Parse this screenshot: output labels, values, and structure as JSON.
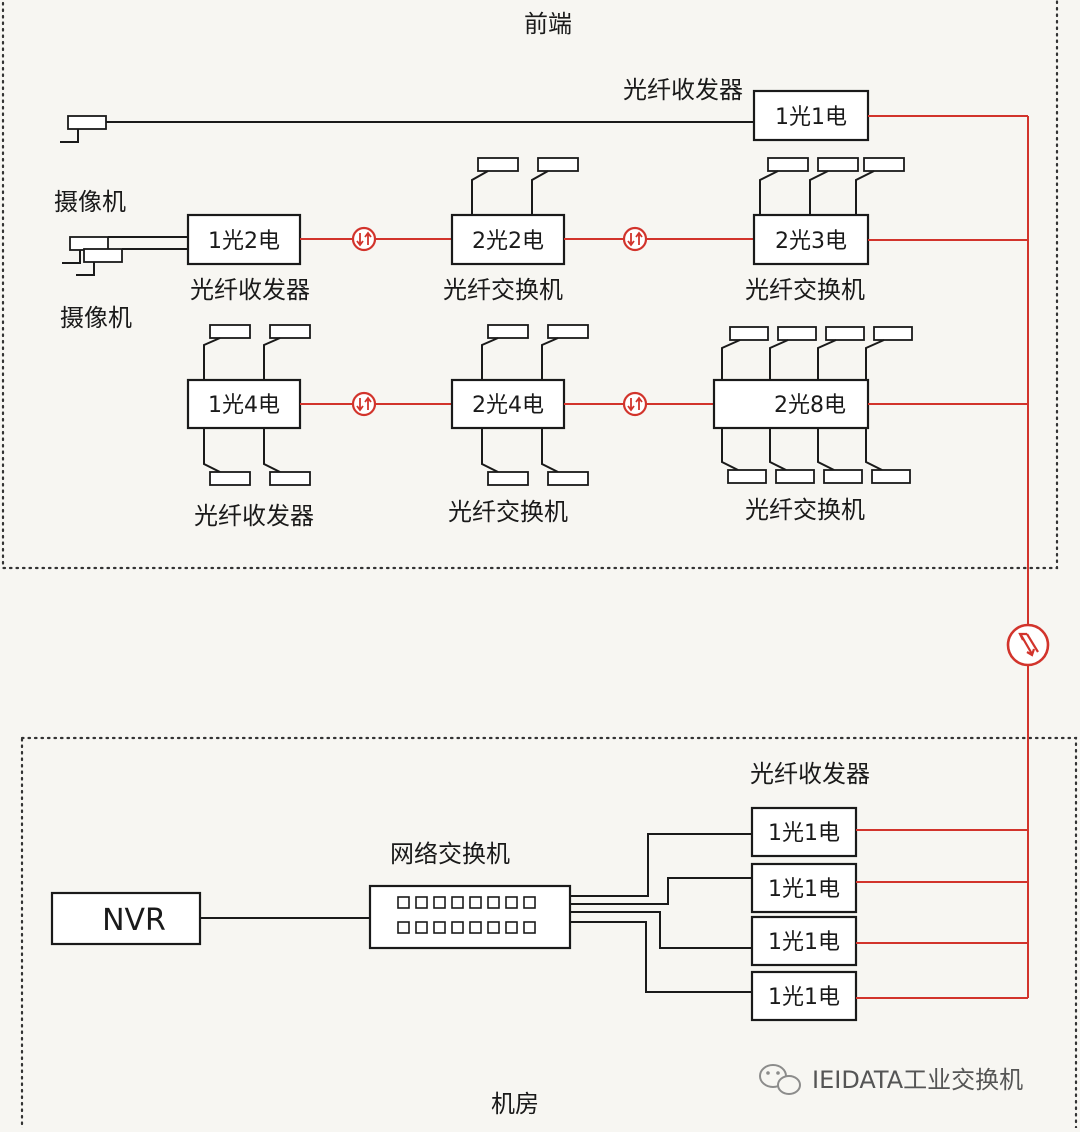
{
  "zones": {
    "front": "前端",
    "room": "机房"
  },
  "labels": {
    "camera_1": "摄像机",
    "camera_2": "摄像机",
    "transceiver_top": "光纤收发器",
    "transceiver_row1": "光纤收发器",
    "switch_row1_mid": "光纤交换机",
    "switch_row1_right": "光纤交换机",
    "transceiver_row2": "光纤收发器",
    "switch_row2_mid": "光纤交换机",
    "switch_row2_right": "光纤交换机",
    "network_switch": "网络交换机",
    "transceiver_room": "光纤收发器"
  },
  "devices": {
    "top_1g1e": "1光1电",
    "row1_1g2e": "1光2电",
    "row1_2g2e": "2光2电",
    "row1_2g3e": "2光3电",
    "row2_1g4e": "1光4电",
    "row2_2g4e": "2光4电",
    "row2_2g8e": "2光8电",
    "room_1": "1光1电",
    "room_2": "1光1电",
    "room_3": "1光1电",
    "room_4": "1光1电",
    "nvr": "NVR"
  },
  "watermark": "IEIDATA工业交换机",
  "colors": {
    "fiber": "#d2342c",
    "line": "#1a1a1a",
    "background": "#f7f6f2"
  },
  "icons": {
    "fiber_converter": "fiber-arrows-icon",
    "camera": "camera-icon",
    "watermark": "wechat-icon"
  }
}
